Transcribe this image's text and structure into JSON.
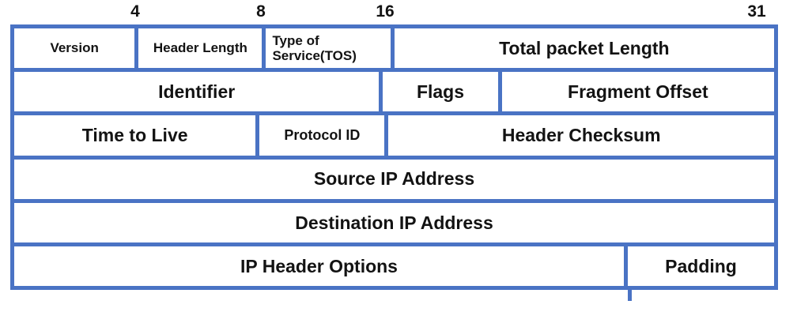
{
  "diagram": {
    "bit_markers": [
      "4",
      "8",
      "16",
      "31"
    ],
    "table": {
      "rows": [
        {
          "cells": [
            {
              "label": "Version"
            },
            {
              "label": "Header Length"
            },
            {
              "label": "Type of Service(TOS)"
            },
            {
              "label": "Total packet Length"
            }
          ]
        },
        {
          "cells": [
            {
              "label": "Identifier"
            },
            {
              "label": "Flags"
            },
            {
              "label": "Fragment Offset"
            }
          ]
        },
        {
          "cells": [
            {
              "label": "Time to Live"
            },
            {
              "label": "Protocol ID"
            },
            {
              "label": "Header Checksum"
            }
          ]
        },
        {
          "cells": [
            {
              "label": "Source IP Address"
            }
          ]
        },
        {
          "cells": [
            {
              "label": "Destination IP Address"
            }
          ]
        },
        {
          "cells": [
            {
              "label": "IP Header Options"
            },
            {
              "label": "Padding"
            }
          ]
        }
      ]
    }
  },
  "colors": {
    "accent": "#4a73c4",
    "ink": "#131313",
    "paper": "#ffffff"
  }
}
